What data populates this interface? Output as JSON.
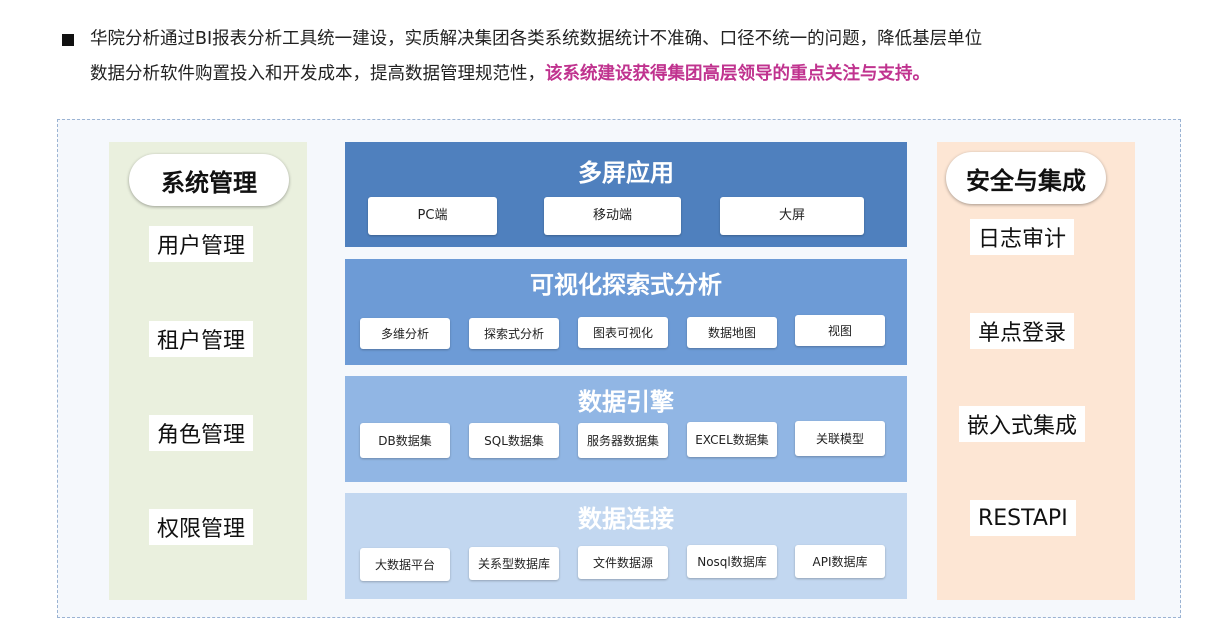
{
  "intro": {
    "line1": "华院分析通过BI报表分析工具统一建设，实质解决集团各类系统数据统计不准确、口径不统一的问题，降低基层单位",
    "line2_plain": "数据分析软件购置投入和开发成本，提高数据管理规范性，",
    "line2_highlight": "该系统建设获得集团高层领导的重点关注与支持。",
    "highlight_color": "#c0338f"
  },
  "left_panel": {
    "title": "系统管理",
    "items": [
      "用户管理",
      "租户管理",
      "角色管理",
      "权限管理"
    ]
  },
  "right_panel": {
    "title": "安全与集成",
    "items": [
      "日志审计",
      "单点登录",
      "嵌入式集成",
      "RESTAPI"
    ]
  },
  "layers": [
    {
      "title": "多屏应用",
      "color": "#4f80be",
      "items": [
        "PC端",
        "移动端",
        "大屏"
      ]
    },
    {
      "title": "可视化探索式分析",
      "color": "#6d9bd6",
      "items": [
        "多维分析",
        "探索式分析",
        "图表可视化",
        "数据地图",
        "视图"
      ]
    },
    {
      "title": "数据引擎",
      "color": "#91b6e4",
      "items": [
        "DB数据集",
        "SQL数据集",
        "服务器数据集",
        "EXCEL数据集",
        "关联模型"
      ]
    },
    {
      "title": "数据连接",
      "color": "#c2d7f0",
      "items": [
        "大数据平台",
        "关系型数据库",
        "文件数据源",
        "Nosql数据库",
        "API数据库"
      ]
    }
  ]
}
